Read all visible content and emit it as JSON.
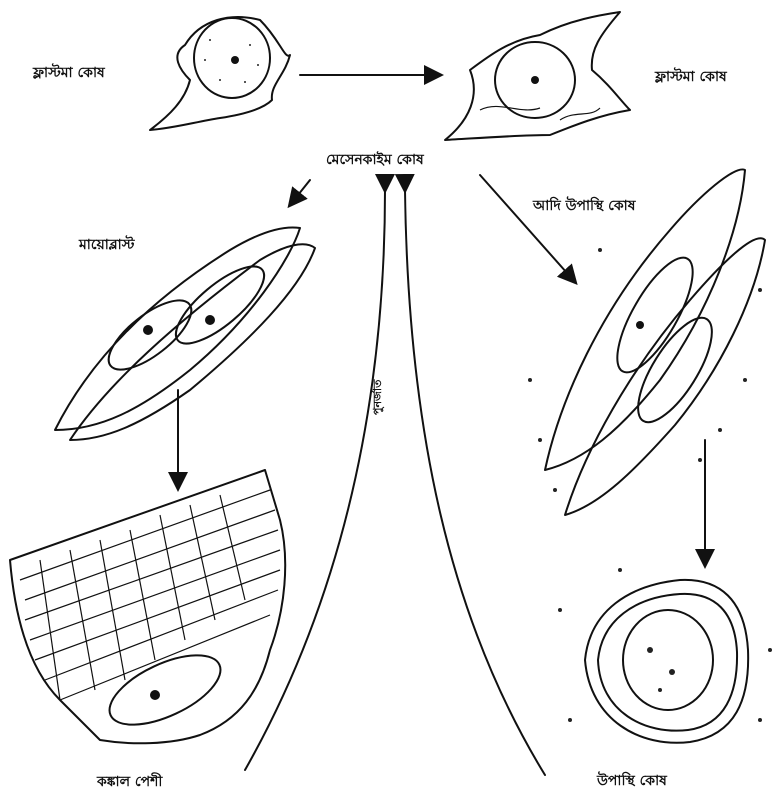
{
  "labels": {
    "fibroblast_left": "ফ্লাস্টমা কোষ",
    "fibroblast_right": "ফ্লাস্টমা কোষ",
    "mesenchymal": "মেসেনকাইম কোষ",
    "myoblast": "মায়োব্লাস্ট",
    "prechondrocyte": "আদি উপাস্থি কোষ",
    "vertical": "পুনর্জাত",
    "skeletal_muscle": "কঙ্কাল পেশী",
    "chondrocyte": "উপাস্থি কোষ"
  },
  "colors": {
    "ink": "#111111",
    "background": "#ffffff"
  }
}
